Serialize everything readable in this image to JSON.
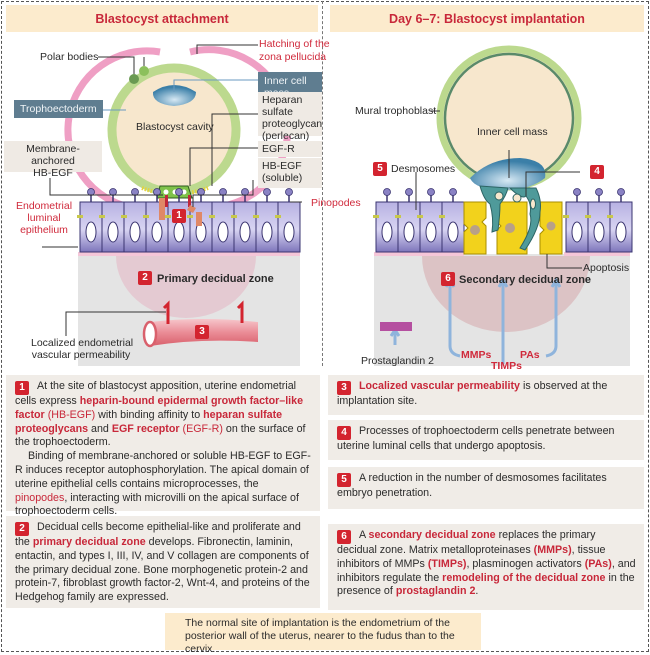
{
  "left_panel": {
    "title": "Blastocyst attachment",
    "labels": {
      "polar_bodies": "Polar bodies",
      "hatching_line1": "Hatching of the",
      "hatching_line2": "zona pellucida",
      "inner_cell_mass": "Inner cell mass",
      "trophoectoderm": "Trophoectoderm",
      "heparan_line1": "Heparan sulfate",
      "heparan_line2": "proteoglycan",
      "heparan_line3": "(perlecan)",
      "blastocyst_cavity": "Blastocyst cavity",
      "membrane_anchored_line1": "Membrane-anchored",
      "membrane_anchored_line2": "HB-EGF",
      "egfr": "EGF-R",
      "hbegf_soluble_line1": "HB-EGF",
      "hbegf_soluble_line2": "(soluble)",
      "pinopodes": "Pinopodes",
      "endometrial_line1": "Endometrial",
      "endometrial_line2": "luminal",
      "endometrial_line3": "epithelium",
      "primary_decidual_zone": "Primary decidual zone",
      "vascular_line1": "Localized endometrial",
      "vascular_line2": "vascular permeability"
    },
    "markers": {
      "m1": "1",
      "m2": "2",
      "m3": "3"
    }
  },
  "right_panel": {
    "title": "Day 6–7: Blastocyst implantation",
    "labels": {
      "mural_trophoblast": "Mural trophoblast",
      "inner_cell_mass": "Inner cell mass",
      "desmosomes": "Desmosomes",
      "apoptosis": "Apoptosis",
      "secondary_decidual_zone": "Secondary decidual zone",
      "prostaglandin": "Prostaglandin 2",
      "mmps": "MMPs",
      "timps": "TIMPs",
      "pas": "PAs"
    },
    "markers": {
      "m4": "4",
      "m5": "5",
      "m6": "6"
    }
  },
  "notes": [
    {
      "num": "1",
      "p1": [
        {
          "t": "At the site of blastocyst apposition, uterine endometrial cells express ",
          "s": ""
        },
        {
          "t": "heparin-bound epidermal growth factor–like factor",
          "s": "hl"
        },
        {
          "t": " ",
          "s": ""
        },
        {
          "t": "(HB-EGF)",
          "s": "hlp"
        },
        {
          "t": " with binding affinity to ",
          "s": ""
        },
        {
          "t": "heparan sulfate proteoglycans",
          "s": "hl"
        },
        {
          "t": " and ",
          "s": ""
        },
        {
          "t": "EGF receptor",
          "s": "hl"
        },
        {
          "t": " ",
          "s": ""
        },
        {
          "t": "(EGF-R)",
          "s": "hlp"
        },
        {
          "t": " on the surface of the trophoectoderm.",
          "s": ""
        }
      ],
      "p2": [
        {
          "t": "Binding of membrane-anchored or soluble HB-EGF to EGF-R induces receptor autophosphorylation. The apical domain of uterine epithelial cells contains microprocesses, the ",
          "s": ""
        },
        {
          "t": "pinopodes",
          "s": "hlp"
        },
        {
          "t": ", interacting with microvilli on the apical surface of trophoectoderm cells.",
          "s": ""
        }
      ]
    },
    {
      "num": "2",
      "p1": [
        {
          "t": "Decidual cells become epithelial-like and proliferate and the ",
          "s": ""
        },
        {
          "t": "primary decidual zone",
          "s": "hl"
        },
        {
          "t": " develops. Fibronectin, laminin, entactin, and types I, III, IV, and V collagen are components of the primary decidual zone. Bone morphogenetic protein-2 and protein-7, fibroblast growth factor-2, Wnt-4, and proteins of the Hedgehog family are expressed.",
          "s": ""
        }
      ]
    },
    {
      "num": "3",
      "p1": [
        {
          "t": "Localized vascular permeability",
          "s": "hl"
        },
        {
          "t": " is observed at the implantation site.",
          "s": ""
        }
      ]
    },
    {
      "num": "4",
      "p1": [
        {
          "t": "Processes of trophoectoderm cells penetrate between uterine luminal cells that undergo apoptosis.",
          "s": ""
        }
      ]
    },
    {
      "num": "5",
      "p1": [
        {
          "t": "A reduction in the number of desmosomes facilitates embryo penetration.",
          "s": ""
        }
      ]
    },
    {
      "num": "6",
      "p1": [
        {
          "t": "A ",
          "s": ""
        },
        {
          "t": "secondary decidual zone",
          "s": "hl"
        },
        {
          "t": " replaces the primary decidual zone. Matrix metalloproteinases ",
          "s": ""
        },
        {
          "t": "(MMPs)",
          "s": "hl"
        },
        {
          "t": ", tissue inhibitors of MMPs ",
          "s": ""
        },
        {
          "t": "(TIMPs)",
          "s": "hl"
        },
        {
          "t": ", plasminogen activators ",
          "s": ""
        },
        {
          "t": "(PAs)",
          "s": "hl"
        },
        {
          "t": ", and inhibitors regulate the ",
          "s": ""
        },
        {
          "t": "remodeling of the decidual zone",
          "s": "hl"
        },
        {
          "t": " in the presence of ",
          "s": ""
        },
        {
          "t": "prostaglandin 2",
          "s": "hl"
        },
        {
          "t": ".",
          "s": ""
        }
      ]
    }
  ],
  "footer": {
    "line1": "The normal site of implantation is the endometrium of the",
    "line2": "posterior wall of the uterus, nearer to the fudus than to the cervix."
  },
  "colors": {
    "accent_red": "#d02a3c",
    "title_bg": "#fcebcd",
    "label_blue": "#5f7d90",
    "note_bg": "#f0ece7",
    "epithelium": "#8a82c4",
    "apoptotic_cell": "#f2d21c",
    "trophoblast_teal": "#4f9a9a",
    "zona_pink": "#ef9fc4",
    "trophoectoderm_green": "#bcd98e"
  }
}
